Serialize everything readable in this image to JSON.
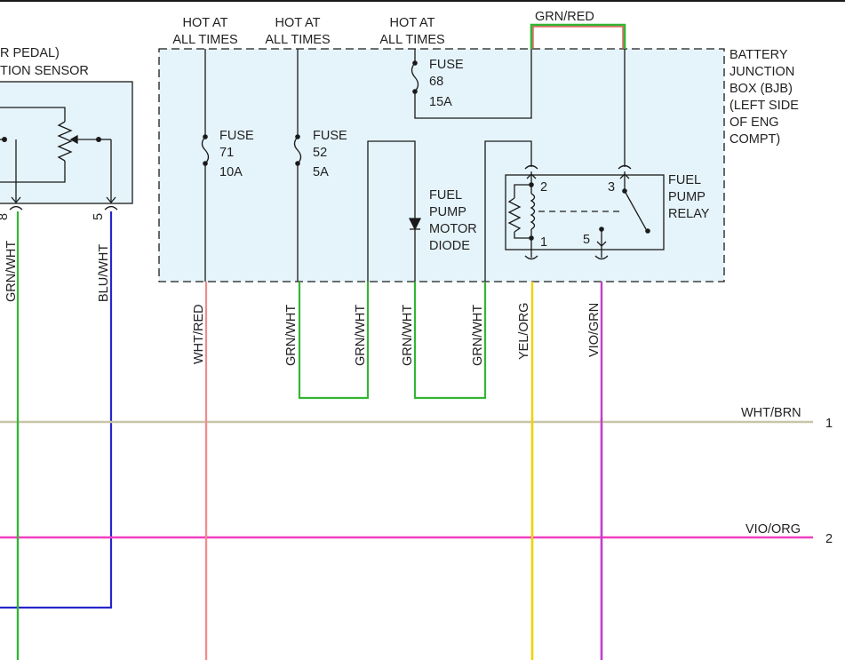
{
  "colors": {
    "box_fill": "#e5f4fb",
    "line": "#1a1a1a",
    "grn_wht": "#34b534",
    "blu_wht": "#2626c9",
    "wht_red": "#f08c8c",
    "yel_org": "#f2d200",
    "vio_grn": "#c040c8",
    "wht_brn": "#c8c4a8",
    "vio_org": "#f040c0",
    "grn_red_a": "#34b534",
    "grn_red_b": "#e04040"
  },
  "sensor": {
    "title_line1": "R PEDAL)",
    "title_line2": "TION SENSOR",
    "pin_left": "8",
    "pin_right": "5"
  },
  "hot": [
    {
      "line1": "HOT AT",
      "line2": "ALL TIMES"
    },
    {
      "line1": "HOT AT",
      "line2": "ALL TIMES"
    },
    {
      "line1": "HOT AT",
      "line2": "ALL TIMES"
    }
  ],
  "fuses": [
    {
      "label": "FUSE",
      "number": "71",
      "rating": "10A"
    },
    {
      "label": "FUSE",
      "number": "52",
      "rating": "5A"
    },
    {
      "label": "FUSE",
      "number": "68",
      "rating": "15A"
    }
  ],
  "bjb": {
    "lines": [
      "BATTERY",
      "JUNCTION",
      "BOX (BJB)",
      "(LEFT SIDE",
      "OF ENG",
      "COMPT)"
    ]
  },
  "diode": {
    "lines": [
      "FUEL",
      "PUMP",
      "MOTOR",
      "DIODE"
    ]
  },
  "relay": {
    "lines": [
      "FUEL",
      "PUMP",
      "RELAY"
    ],
    "pin2": "2",
    "pin1": "1",
    "pin3": "3",
    "pin5": "5"
  },
  "wires": {
    "grn_red": "GRN/RED",
    "sensor_left": "GRN/WHT",
    "sensor_right": "BLU/WHT",
    "fuse71_out": "WHT/RED",
    "loop1_a": "GRN/WHT",
    "loop1_b": "GRN/WHT",
    "loop2_a": "GRN/WHT",
    "loop2_b": "GRN/WHT",
    "relay_pin1": "YEL/ORG",
    "relay_pin5": "VIO/GRN"
  },
  "buses": [
    {
      "label": "WHT/BRN",
      "number": "1"
    },
    {
      "label": "VIO/ORG",
      "number": "2"
    }
  ]
}
